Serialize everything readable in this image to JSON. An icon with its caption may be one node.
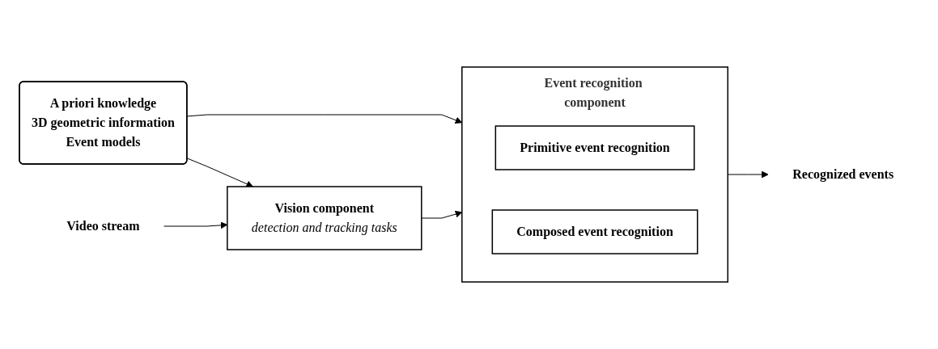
{
  "diagram": {
    "nodes": [
      {
        "text": [
          "A priori knowledge",
          "3D geometric information",
          "Event models"
        ]
      },
      {
        "text": [
          "Video stream"
        ]
      },
      {
        "text": [
          "Vision component",
          "detection and tracking tasks"
        ]
      },
      {
        "text": [
          "Event recognition component"
        ]
      },
      {
        "text": [
          "Primitive event recognition"
        ],
        "in": 3
      },
      {
        "text": [
          "Composed event recognition"
        ],
        "in": 3
      },
      {
        "text": [
          "Recognized events"
        ]
      }
    ],
    "edges": [
      {
        "from": 0,
        "to": 2,
        "arrow": "to"
      },
      {
        "from": 0,
        "to": 3,
        "arrow": "to"
      },
      {
        "from": 1,
        "to": 2,
        "arrow": "to"
      },
      {
        "from": 2,
        "to": 3,
        "arrow": "to"
      },
      {
        "from": 3,
        "to": 6,
        "arrow": "to"
      }
    ]
  }
}
